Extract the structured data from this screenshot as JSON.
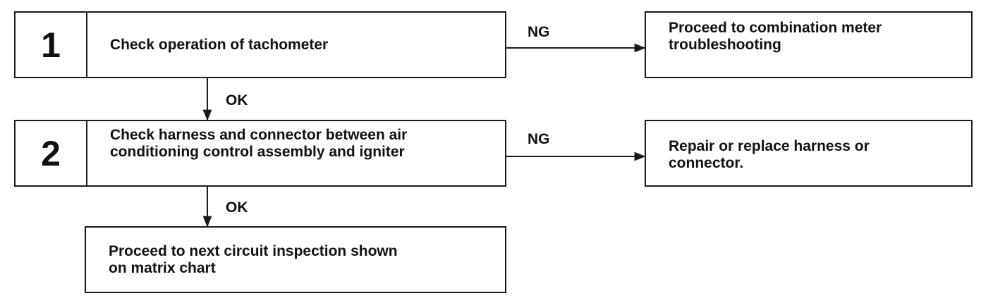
{
  "steps": [
    {
      "number": "1",
      "lines": [
        "Check operation of tachometer"
      ]
    },
    {
      "number": "2",
      "lines": [
        "Check harness and connector between air",
        "conditioning control assembly and igniter"
      ]
    }
  ],
  "ng_results": [
    {
      "label": "NG",
      "lines": [
        "Proceed to combination meter",
        "troubleshooting"
      ]
    },
    {
      "label": "NG",
      "lines": [
        "Repair or replace harness or",
        "connector."
      ]
    }
  ],
  "ok_labels": [
    "OK",
    "OK"
  ],
  "final_box": {
    "lines": [
      "Proceed to next circuit inspection shown",
      "on matrix chart"
    ]
  }
}
